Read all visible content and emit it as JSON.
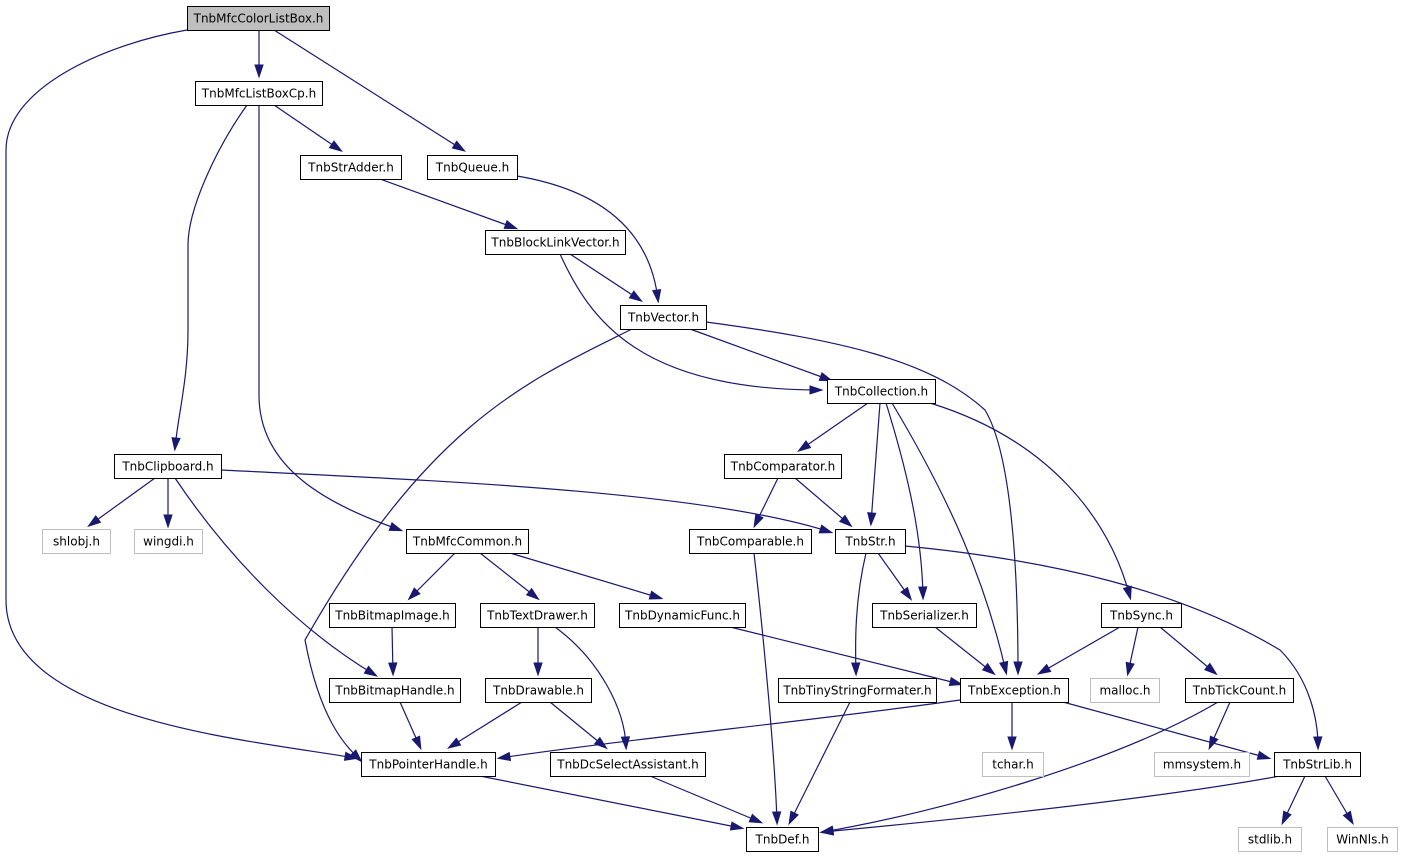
{
  "graph": {
    "root": "TnbMfcColorListBox.h",
    "colors": {
      "root_fill": "#bfbfbf",
      "node_fill": "#ffffff",
      "node_stroke": "#000000",
      "external_stroke": "#bfbfbf",
      "edge": "#191970",
      "text": "#000000"
    },
    "nodes": [
      {
        "id": "TnbMfcColorListBox",
        "label": "TnbMfcColorListBox.h",
        "kind": "root"
      },
      {
        "id": "TnbMfcListBoxCp",
        "label": "TnbMfcListBoxCp.h",
        "kind": "internal"
      },
      {
        "id": "TnbStrAdder",
        "label": "TnbStrAdder.h",
        "kind": "internal"
      },
      {
        "id": "TnbQueue",
        "label": "TnbQueue.h",
        "kind": "internal"
      },
      {
        "id": "TnbBlockLinkVector",
        "label": "TnbBlockLinkVector.h",
        "kind": "internal"
      },
      {
        "id": "TnbVector",
        "label": "TnbVector.h",
        "kind": "internal"
      },
      {
        "id": "TnbCollection",
        "label": "TnbCollection.h",
        "kind": "internal"
      },
      {
        "id": "TnbClipboard",
        "label": "TnbClipboard.h",
        "kind": "internal"
      },
      {
        "id": "TnbComparator",
        "label": "TnbComparator.h",
        "kind": "internal"
      },
      {
        "id": "shlobj",
        "label": "shlobj.h",
        "kind": "external"
      },
      {
        "id": "wingdi",
        "label": "wingdi.h",
        "kind": "external"
      },
      {
        "id": "TnbMfcCommon",
        "label": "TnbMfcCommon.h",
        "kind": "internal"
      },
      {
        "id": "TnbComparable",
        "label": "TnbComparable.h",
        "kind": "internal"
      },
      {
        "id": "TnbStr",
        "label": "TnbStr.h",
        "kind": "internal"
      },
      {
        "id": "TnbBitmapImage",
        "label": "TnbBitmapImage.h",
        "kind": "internal"
      },
      {
        "id": "TnbTextDrawer",
        "label": "TnbTextDrawer.h",
        "kind": "internal"
      },
      {
        "id": "TnbDynamicFunc",
        "label": "TnbDynamicFunc.h",
        "kind": "internal"
      },
      {
        "id": "TnbSerializer",
        "label": "TnbSerializer.h",
        "kind": "internal"
      },
      {
        "id": "TnbSync",
        "label": "TnbSync.h",
        "kind": "internal"
      },
      {
        "id": "TnbBitmapHandle",
        "label": "TnbBitmapHandle.h",
        "kind": "internal"
      },
      {
        "id": "TnbDrawable",
        "label": "TnbDrawable.h",
        "kind": "internal"
      },
      {
        "id": "TnbTinyStringFormater",
        "label": "TnbTinyStringFormater.h",
        "kind": "internal"
      },
      {
        "id": "TnbException",
        "label": "TnbException.h",
        "kind": "internal"
      },
      {
        "id": "malloc",
        "label": "malloc.h",
        "kind": "external"
      },
      {
        "id": "TnbTickCount",
        "label": "TnbTickCount.h",
        "kind": "internal"
      },
      {
        "id": "TnbPointerHandle",
        "label": "TnbPointerHandle.h",
        "kind": "internal"
      },
      {
        "id": "TnbDcSelectAssistant",
        "label": "TnbDcSelectAssistant.h",
        "kind": "internal"
      },
      {
        "id": "tchar",
        "label": "tchar.h",
        "kind": "external"
      },
      {
        "id": "mmsystem",
        "label": "mmsystem.h",
        "kind": "external"
      },
      {
        "id": "TnbStrLib",
        "label": "TnbStrLib.h",
        "kind": "internal"
      },
      {
        "id": "TnbDef",
        "label": "TnbDef.h",
        "kind": "internal"
      },
      {
        "id": "stdlib",
        "label": "stdlib.h",
        "kind": "external"
      },
      {
        "id": "WinNls",
        "label": "WinNls.h",
        "kind": "external"
      }
    ],
    "edges": [
      [
        "TnbMfcColorListBox",
        "TnbMfcListBoxCp"
      ],
      [
        "TnbMfcColorListBox",
        "TnbQueue"
      ],
      [
        "TnbMfcColorListBox",
        "TnbPointerHandle"
      ],
      [
        "TnbMfcListBoxCp",
        "TnbStrAdder"
      ],
      [
        "TnbMfcListBoxCp",
        "TnbClipboard"
      ],
      [
        "TnbMfcListBoxCp",
        "TnbMfcCommon"
      ],
      [
        "TnbStrAdder",
        "TnbBlockLinkVector"
      ],
      [
        "TnbQueue",
        "TnbVector"
      ],
      [
        "TnbBlockLinkVector",
        "TnbVector"
      ],
      [
        "TnbBlockLinkVector",
        "TnbCollection"
      ],
      [
        "TnbVector",
        "TnbCollection"
      ],
      [
        "TnbVector",
        "TnbPointerHandle"
      ],
      [
        "TnbVector",
        "TnbException"
      ],
      [
        "TnbCollection",
        "TnbComparator"
      ],
      [
        "TnbCollection",
        "TnbStr"
      ],
      [
        "TnbCollection",
        "TnbSerializer"
      ],
      [
        "TnbCollection",
        "TnbException"
      ],
      [
        "TnbCollection",
        "TnbSync"
      ],
      [
        "TnbClipboard",
        "shlobj"
      ],
      [
        "TnbClipboard",
        "wingdi"
      ],
      [
        "TnbClipboard",
        "TnbBitmapHandle"
      ],
      [
        "TnbClipboard",
        "TnbStr"
      ],
      [
        "TnbComparator",
        "TnbComparable"
      ],
      [
        "TnbComparator",
        "TnbStr"
      ],
      [
        "TnbMfcCommon",
        "TnbBitmapImage"
      ],
      [
        "TnbMfcCommon",
        "TnbTextDrawer"
      ],
      [
        "TnbMfcCommon",
        "TnbDynamicFunc"
      ],
      [
        "TnbComparable",
        "TnbDef"
      ],
      [
        "TnbStr",
        "TnbSerializer"
      ],
      [
        "TnbStr",
        "TnbTinyStringFormater"
      ],
      [
        "TnbStr",
        "TnbStrLib"
      ],
      [
        "TnbBitmapImage",
        "TnbBitmapHandle"
      ],
      [
        "TnbTextDrawer",
        "TnbDrawable"
      ],
      [
        "TnbTextDrawer",
        "TnbDcSelectAssistant"
      ],
      [
        "TnbDynamicFunc",
        "TnbException"
      ],
      [
        "TnbSerializer",
        "TnbException"
      ],
      [
        "TnbSync",
        "TnbException"
      ],
      [
        "TnbSync",
        "malloc"
      ],
      [
        "TnbSync",
        "TnbTickCount"
      ],
      [
        "TnbBitmapHandle",
        "TnbPointerHandle"
      ],
      [
        "TnbDrawable",
        "TnbPointerHandle"
      ],
      [
        "TnbDrawable",
        "TnbDcSelectAssistant"
      ],
      [
        "TnbTinyStringFormater",
        "TnbDef"
      ],
      [
        "TnbException",
        "TnbPointerHandle"
      ],
      [
        "TnbException",
        "tchar"
      ],
      [
        "TnbException",
        "TnbStrLib"
      ],
      [
        "TnbTickCount",
        "mmsystem"
      ],
      [
        "TnbTickCount",
        "TnbDef"
      ],
      [
        "TnbPointerHandle",
        "TnbDef"
      ],
      [
        "TnbDcSelectAssistant",
        "TnbDef"
      ],
      [
        "TnbStrLib",
        "TnbDef"
      ],
      [
        "TnbStrLib",
        "stdlib"
      ],
      [
        "TnbStrLib",
        "WinNls"
      ]
    ]
  }
}
